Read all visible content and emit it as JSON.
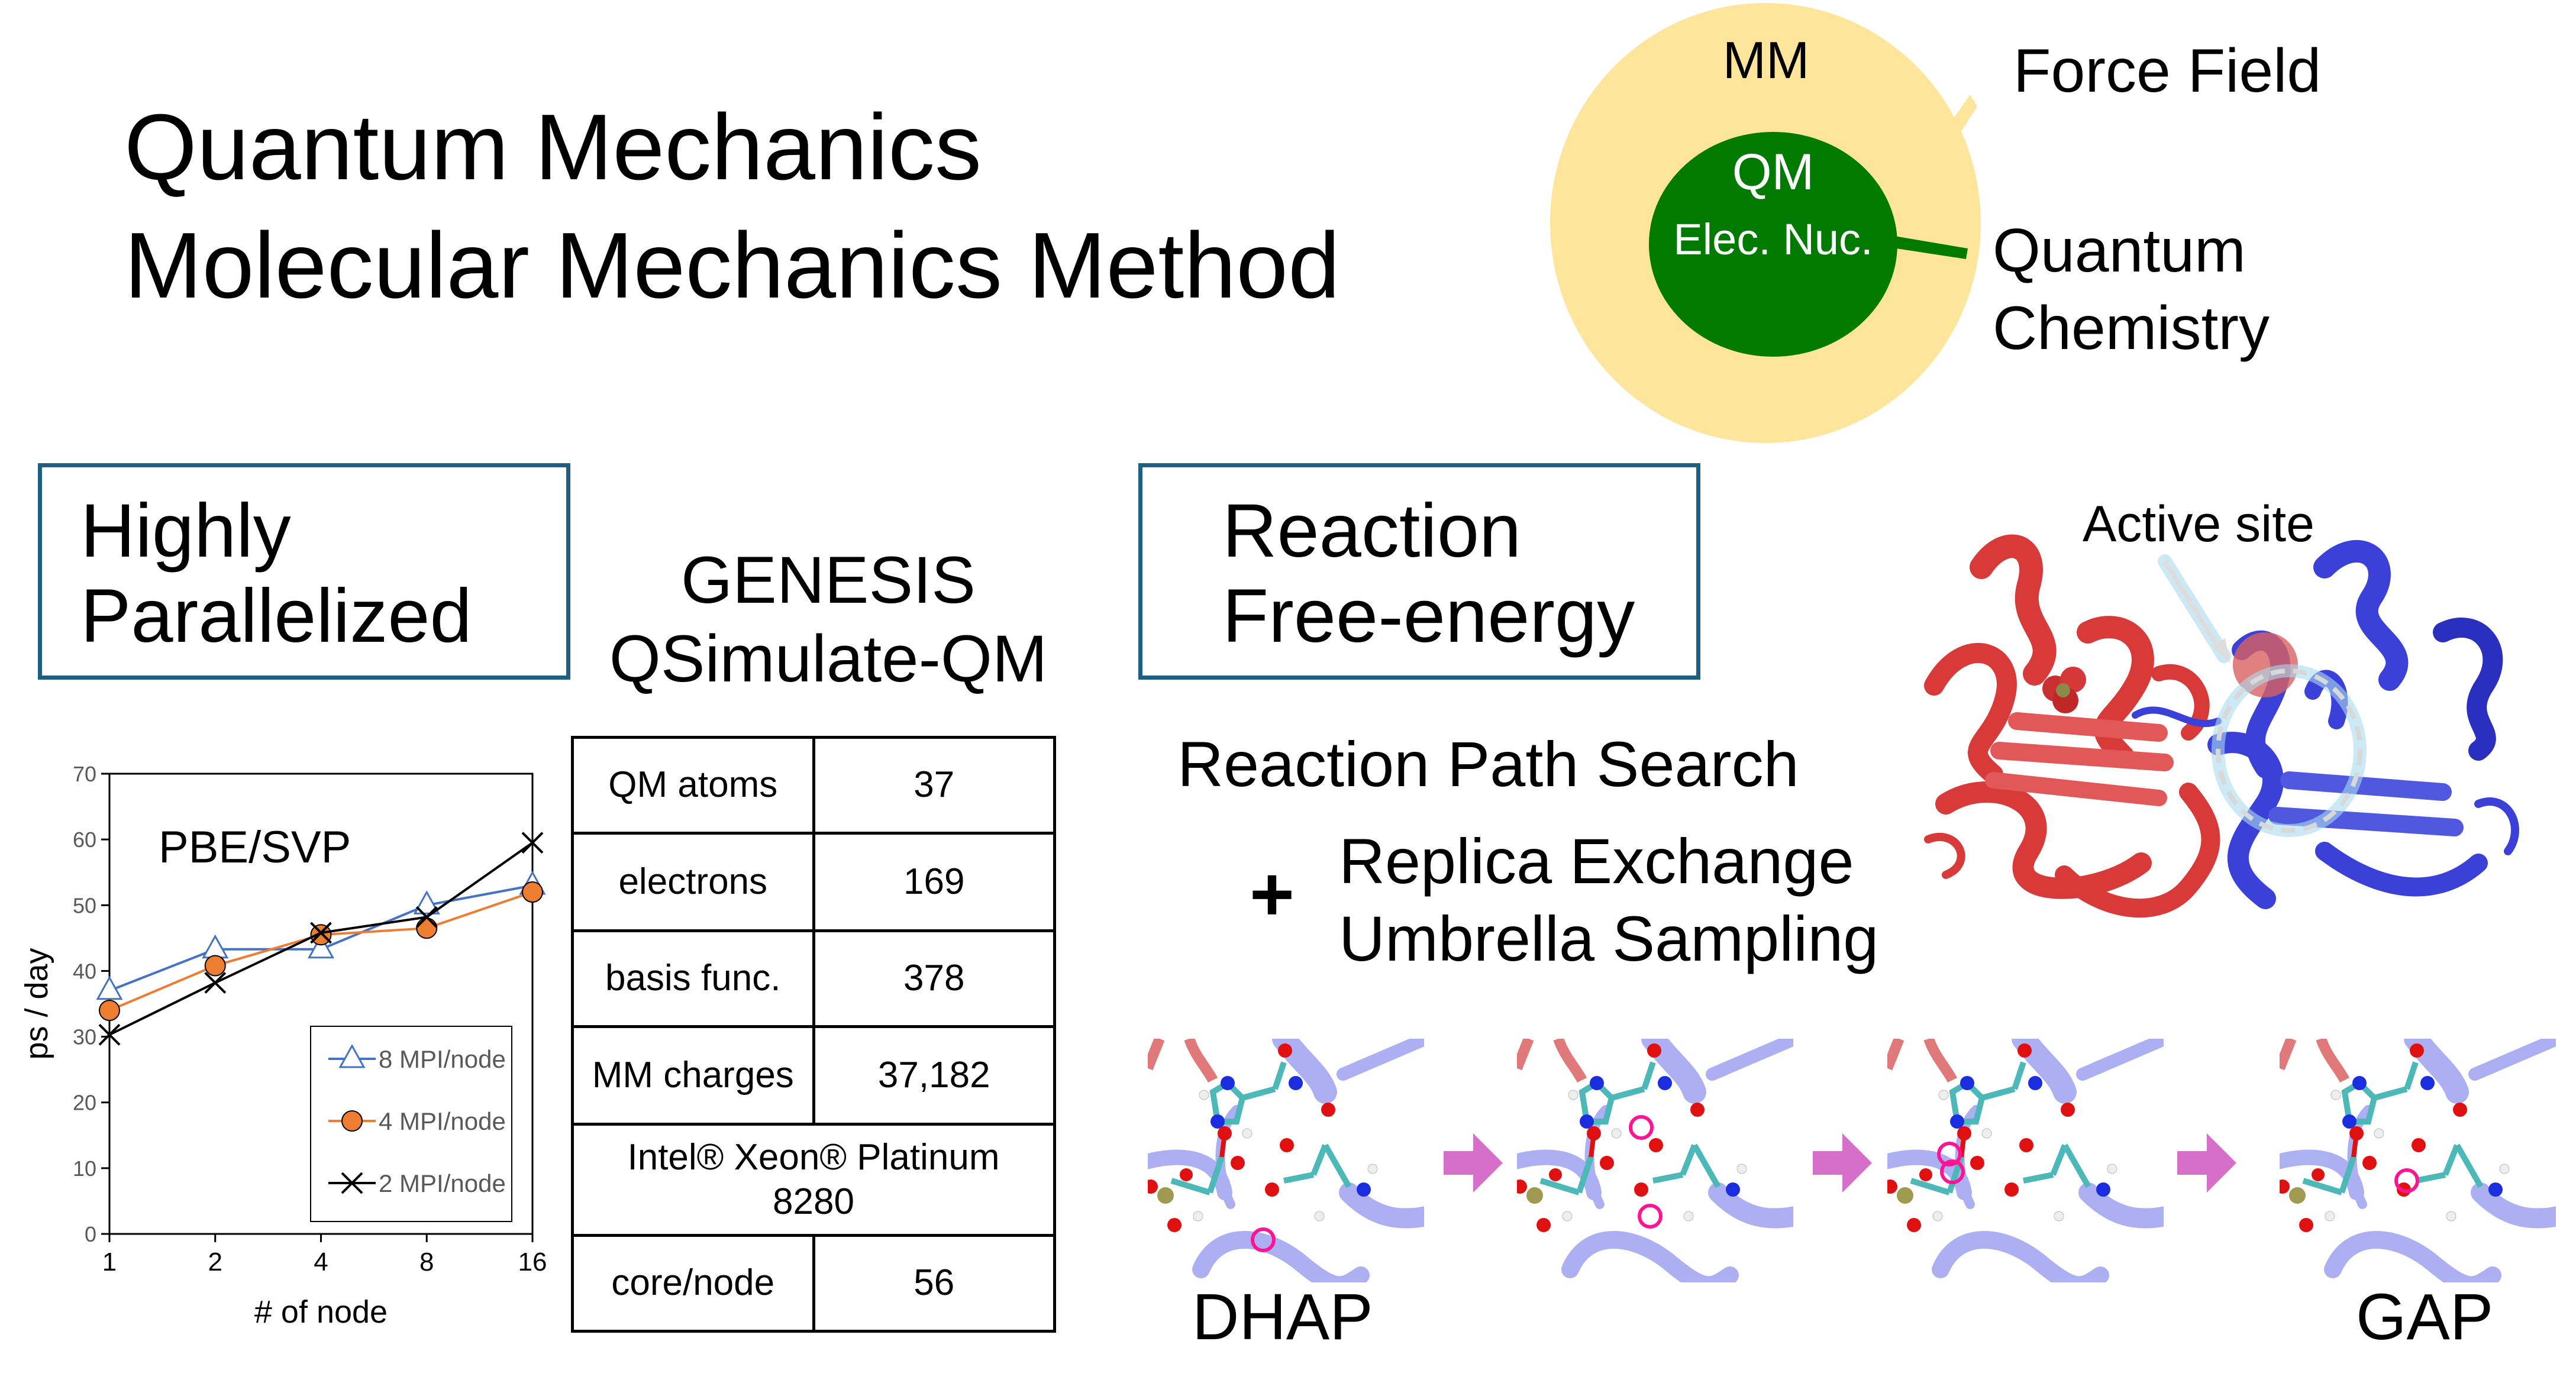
{
  "title": {
    "line1": "Quantum Mechanics",
    "line2": "Molecular Mechanics Method"
  },
  "qmmm_diagram": {
    "outer_label": "MM",
    "inner_label": "QM",
    "inner_sublabel": "Elec. Nuc.",
    "outer_callout": "Force Field",
    "inner_callout_line1": "Quantum",
    "inner_callout_line2": "Chemistry",
    "colors": {
      "outer": "#fde69b",
      "inner": "#007a00",
      "inner_text": "#ffffff"
    }
  },
  "left_section": {
    "box_line1": "Highly",
    "box_line2": "Parallelized",
    "software_line1": "GENESIS",
    "software_line2": "QSimulate-QM",
    "box_border_color": "#1f5f82"
  },
  "spec_table": {
    "rows": [
      {
        "label": "QM atoms",
        "value": "37"
      },
      {
        "label": "electrons",
        "value": "169"
      },
      {
        "label": "basis func.",
        "value": "378"
      },
      {
        "label": "MM charges",
        "value": "37,182"
      }
    ],
    "cpu_line1": "Intel® Xeon® Platinum",
    "cpu_line2": "8280",
    "last_row": {
      "label": "core/node",
      "value": "56"
    }
  },
  "chart_data": {
    "type": "line",
    "title": "PBE/SVP",
    "xlabel": "# of node",
    "ylabel": "ps / day",
    "categories": [
      "1",
      "2",
      "4",
      "8",
      "16"
    ],
    "ylim": [
      0,
      70
    ],
    "yticks": [
      "0",
      "10",
      "20",
      "30",
      "40",
      "50",
      "60",
      "70"
    ],
    "grid": false,
    "legend_position": "bottom-right",
    "series": [
      {
        "name": "8 MPI/node",
        "marker": "triangle-open",
        "color": "#4472c4",
        "values": [
          37.0,
          43.3,
          43.3,
          50.0,
          53.0
        ]
      },
      {
        "name": "4 MPI/node",
        "marker": "circle-filled",
        "color": "#ed7d31",
        "values": [
          34.0,
          40.8,
          45.5,
          46.5,
          52.0
        ]
      },
      {
        "name": "2 MPI/node",
        "marker": "x",
        "color": "#000000",
        "values": [
          30.3,
          38.2,
          45.8,
          48.2,
          59.5
        ]
      }
    ]
  },
  "right_section": {
    "box_line1": "Reaction",
    "box_line2": "Free-energy",
    "method1": "Reaction Path Search",
    "plus": "+",
    "method2_line1": "Replica Exchange",
    "method2_line2": "Umbrella Sampling",
    "protein_label": "Active site",
    "reaction_start": "DHAP",
    "reaction_end": "GAP",
    "arrow_color": "#d56fc7",
    "highlight_color": "#ff1493"
  }
}
